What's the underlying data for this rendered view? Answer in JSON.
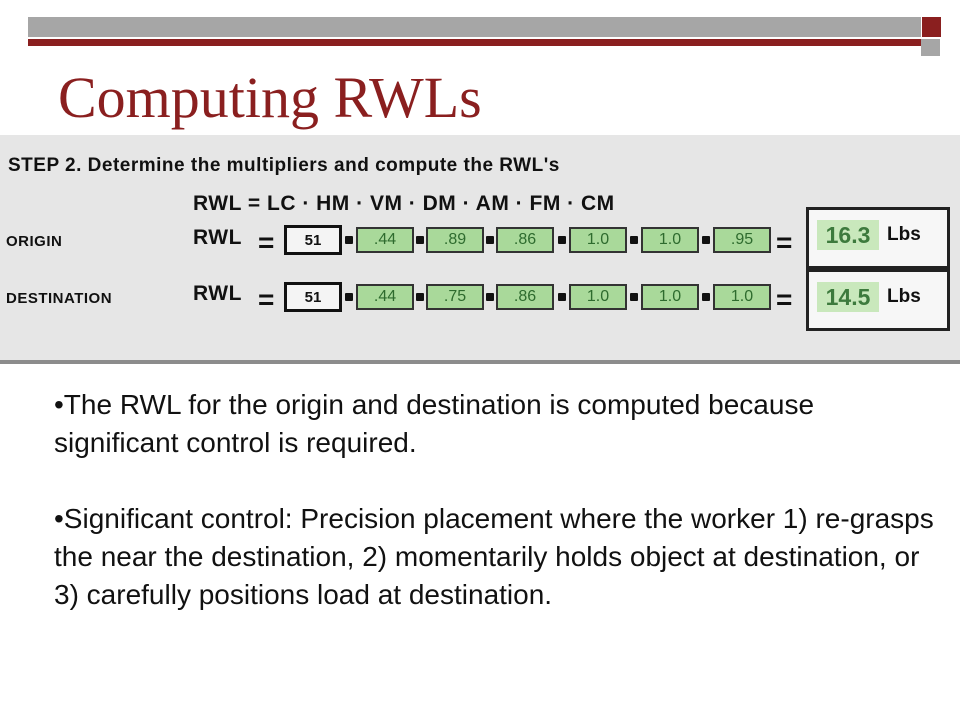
{
  "slide": {
    "title": "Computing RWLs",
    "title_color": "#8a1f1f"
  },
  "worksheet": {
    "step_label": "STEP 2. Determine the multipliers and compute the RWL's",
    "formula": "RWL = LC · HM · VM · DM · AM · FM · CM",
    "rows": [
      {
        "label": "ORIGIN",
        "rwl_label": "RWL",
        "equals": "=",
        "lc": "51",
        "multipliers": [
          ".44",
          ".89",
          ".86",
          "1.0",
          "1.0",
          ".95"
        ],
        "result": "16.3",
        "unit": "Lbs"
      },
      {
        "label": "DESTINATION",
        "rwl_label": "RWL",
        "equals": "=",
        "lc": "51",
        "multipliers": [
          ".44",
          ".75",
          ".86",
          "1.0",
          "1.0",
          "1.0"
        ],
        "result": "14.5",
        "unit": "Lbs"
      }
    ]
  },
  "bullets": [
    "•The RWL for the origin and destination is computed because significant control is required.",
    "•Significant control:  Precision placement where the worker 1) re-grasps the near the destination, 2) momentarily holds object at destination, or 3) carefully positions load at destination."
  ]
}
